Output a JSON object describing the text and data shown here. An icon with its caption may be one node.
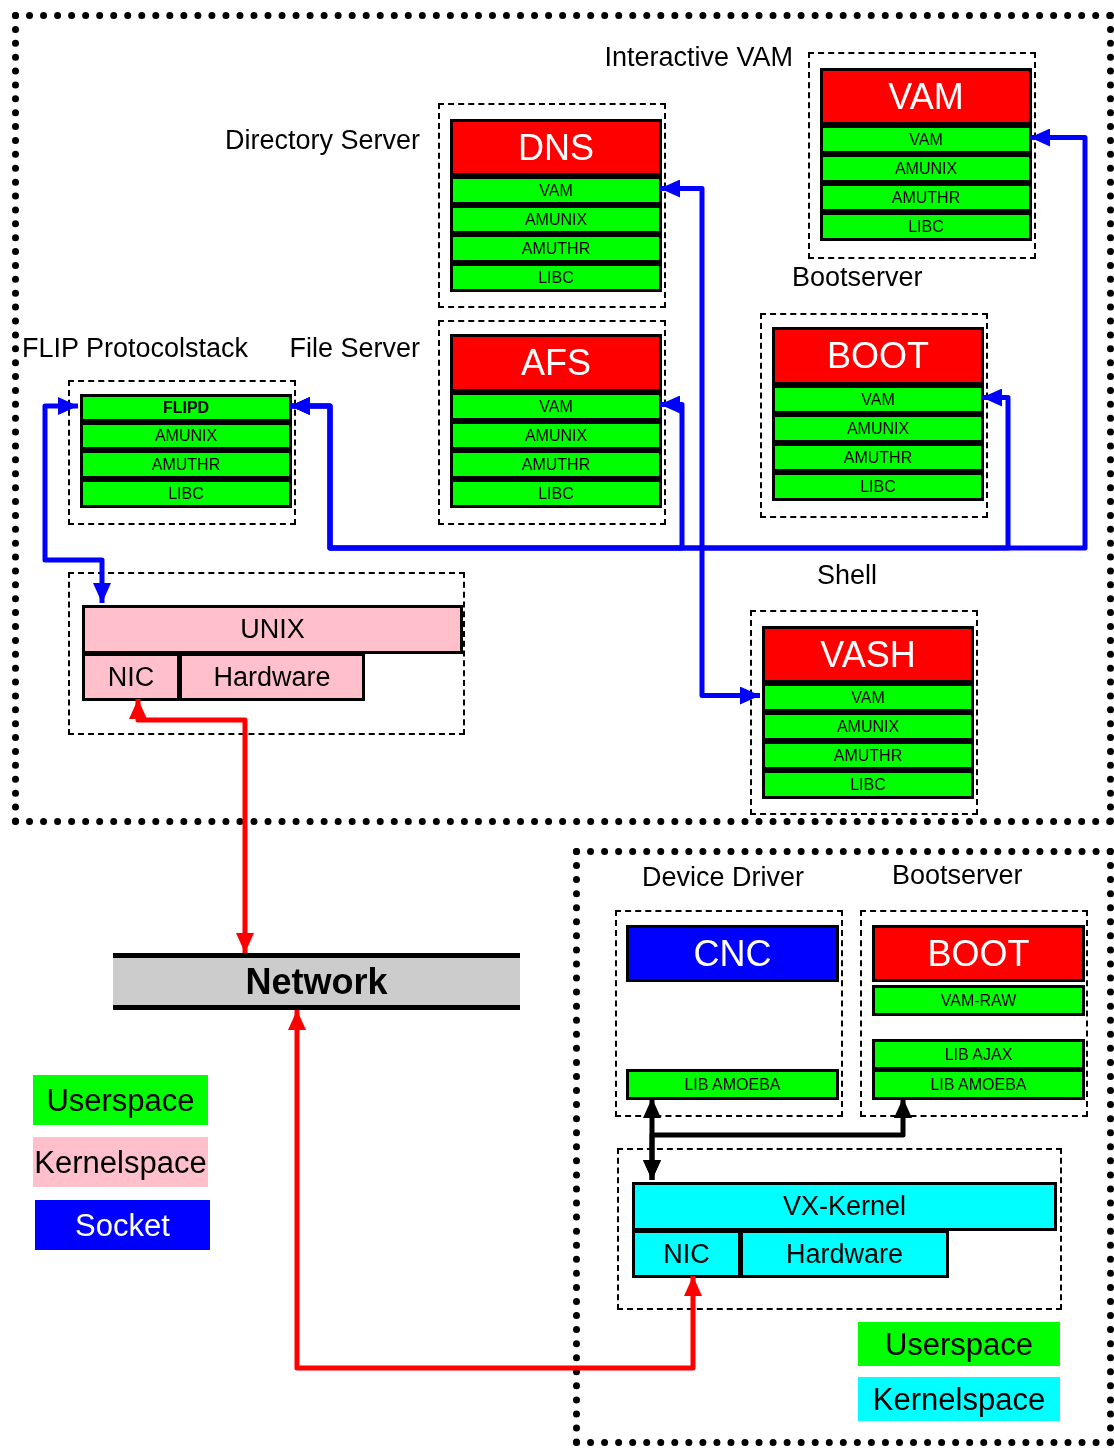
{
  "diagram": {
    "nodes": [
      {
        "text": [
          "Directory Server"
        ]
      },
      {
        "text": [
          "DNS"
        ],
        "in": 0
      },
      {
        "text": [
          "VAM"
        ],
        "in": 0
      },
      {
        "text": [
          "AMUNIX"
        ],
        "in": 0
      },
      {
        "text": [
          "AMUTHR"
        ],
        "in": 0
      },
      {
        "text": [
          "LIBC"
        ],
        "in": 0
      },
      {
        "text": [
          "Interactive VAM"
        ]
      },
      {
        "text": [
          "VAM"
        ],
        "in": 6
      },
      {
        "text": [
          "VAM"
        ],
        "in": 6
      },
      {
        "text": [
          "AMUNIX"
        ],
        "in": 6
      },
      {
        "text": [
          "AMUTHR"
        ],
        "in": 6
      },
      {
        "text": [
          "LIBC"
        ],
        "in": 6
      },
      {
        "text": [
          "FLIP Protocolstack"
        ]
      },
      {
        "text": [
          "FLIPD"
        ],
        "in": 12
      },
      {
        "text": [
          "AMUNIX"
        ],
        "in": 12
      },
      {
        "text": [
          "AMUTHR"
        ],
        "in": 12
      },
      {
        "text": [
          "LIBC"
        ],
        "in": 12
      },
      {
        "text": [
          "File Server"
        ]
      },
      {
        "text": [
          "AFS"
        ],
        "in": 17
      },
      {
        "text": [
          "VAM"
        ],
        "in": 17
      },
      {
        "text": [
          "AMUNIX"
        ],
        "in": 17
      },
      {
        "text": [
          "AMUTHR"
        ],
        "in": 17
      },
      {
        "text": [
          "LIBC"
        ],
        "in": 17
      },
      {
        "text": [
          "Bootserver"
        ]
      },
      {
        "text": [
          "BOOT"
        ],
        "in": 23
      },
      {
        "text": [
          "VAM"
        ],
        "in": 23
      },
      {
        "text": [
          "AMUNIX"
        ],
        "in": 23
      },
      {
        "text": [
          "AMUTHR"
        ],
        "in": 23
      },
      {
        "text": [
          "LIBC"
        ],
        "in": 23
      },
      {
        "text": [],
        "shape": "box"
      },
      {
        "text": [
          "UNIX"
        ],
        "in": 29
      },
      {
        "text": [
          "NIC"
        ],
        "in": 29
      },
      {
        "text": [
          "Hardware"
        ],
        "in": 29
      },
      {
        "text": [
          "Shell"
        ]
      },
      {
        "text": [
          "VASH"
        ],
        "in": 33
      },
      {
        "text": [
          "VAM"
        ],
        "in": 33
      },
      {
        "text": [
          "AMUNIX"
        ],
        "in": 33
      },
      {
        "text": [
          "AMUTHR"
        ],
        "in": 33
      },
      {
        "text": [
          "LIBC"
        ],
        "in": 33
      },
      {
        "text": [
          "Network"
        ]
      },
      {
        "text": [
          "Device Driver"
        ]
      },
      {
        "text": [
          "CNC"
        ],
        "in": 40
      },
      {
        "text": [
          "LIB AMOEBA"
        ],
        "in": 40
      },
      {
        "text": [
          "Bootserver"
        ]
      },
      {
        "text": [
          "BOOT"
        ],
        "in": 43
      },
      {
        "text": [
          "VAM-RAW"
        ],
        "in": 43
      },
      {
        "text": [
          "LIB AJAX"
        ],
        "in": 43
      },
      {
        "text": [
          "LIB AMOEBA"
        ],
        "in": 43
      },
      {
        "text": [],
        "shape": "box"
      },
      {
        "text": [
          "VX-Kernel"
        ],
        "in": 48
      },
      {
        "text": [
          "NIC"
        ],
        "in": 48
      },
      {
        "text": [
          "Hardware"
        ],
        "in": 48
      }
    ],
    "edges": [
      {
        "from": 13,
        "to": 30,
        "arrow": "both"
      },
      {
        "from": 13,
        "to": 19,
        "arrow": "both"
      },
      {
        "from": 13,
        "to": 25,
        "arrow": "both"
      },
      {
        "from": 13,
        "to": 8,
        "arrow": "both"
      },
      {
        "from": 2,
        "to": 35,
        "arrow": "both"
      },
      {
        "from": 31,
        "to": 39,
        "arrow": "both",
        "color": "#ff0000"
      },
      {
        "from": 39,
        "to": 50,
        "arrow": "both",
        "color": "#ff0000"
      },
      {
        "from": 42,
        "to": 49,
        "arrow": "both",
        "color": "#000000"
      },
      {
        "from": 47,
        "to": 49,
        "arrow": "both",
        "color": "#000000"
      }
    ],
    "legend": [
      {
        "text": "Userspace",
        "color": "#00ff00"
      },
      {
        "text": "Kernelspace",
        "color": "#ffc0cb"
      },
      {
        "text": "Socket",
        "color": "#0000ff"
      },
      {
        "text": "Userspace",
        "color": "#00ff00"
      },
      {
        "text": "Kernelspace",
        "color": "#00ffff"
      }
    ]
  }
}
